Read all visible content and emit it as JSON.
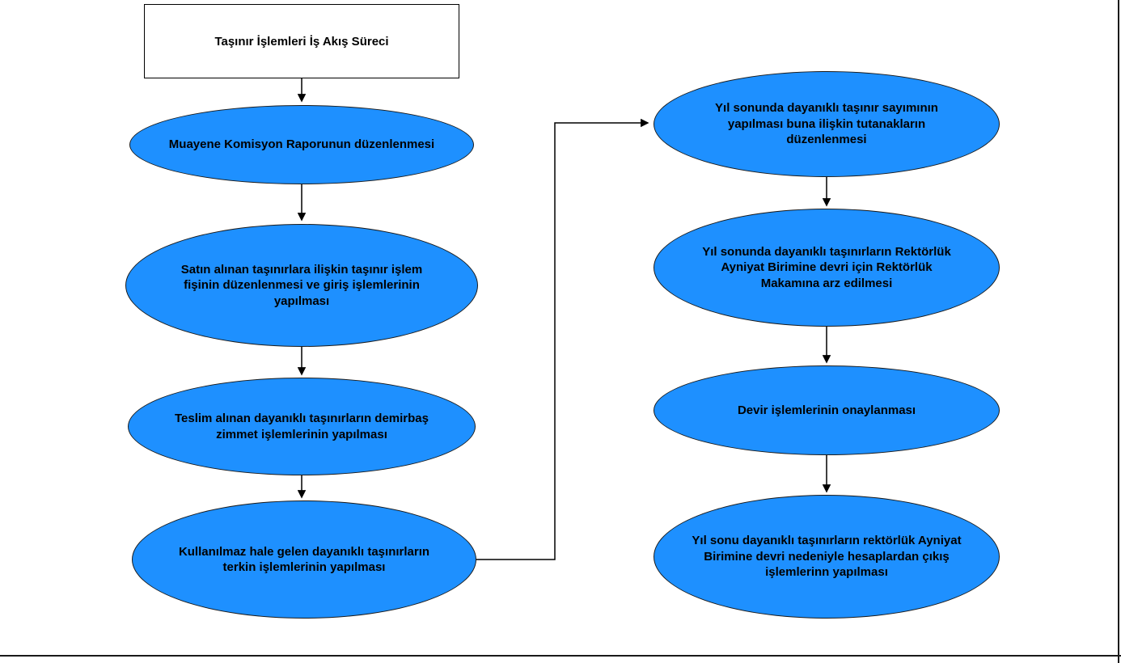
{
  "colors": {
    "node_fill": "#1e90ff",
    "node_border": "#1a1a1a",
    "arrow": "#000000",
    "background": "#ffffff"
  },
  "diagram": {
    "title": "Taşınır İşlemleri İş Akış Süreci",
    "nodes": [
      {
        "id": "muayene-komisyon-raporu",
        "label": "Muayene Komisyon Raporunun düzenlenmesi"
      },
      {
        "id": "tasinir-islem-fisi",
        "label": "Satın alınan taşınırlara ilişkin taşınır işlem fişinin düzenlenmesi ve giriş işlemlerinin yapılması"
      },
      {
        "id": "demirbas-zimmet",
        "label": "Teslim alınan dayanıklı taşınırların demirbaş zimmet işlemlerinin yapılması"
      },
      {
        "id": "terkin-islemleri",
        "label": "Kullanılmaz hale gelen dayanıklı taşınırların terkin işlemlerinin yapılması"
      },
      {
        "id": "yil-sonu-sayim",
        "label": "Yıl sonunda dayanıklı taşınır sayımının yapılması buna ilişkin tutanakların düzenlenmesi"
      },
      {
        "id": "rektorluk-arz",
        "label": "Yıl sonunda dayanıklı taşınırların Rektörlük Ayniyat Birimine devri için Rektörlük Makamına arz edilmesi"
      },
      {
        "id": "devir-onay",
        "label": "Devir işlemlerinin onaylanması"
      },
      {
        "id": "hesaplardan-cikis",
        "label": "Yıl sonu dayanıklı taşınırların rektörlük Ayniyat Birimine devri nedeniyle hesaplardan çıkış işlemlerinn yapılması"
      }
    ],
    "edges": [
      {
        "from": "title",
        "to": "muayene-komisyon-raporu"
      },
      {
        "from": "muayene-komisyon-raporu",
        "to": "tasinir-islem-fisi"
      },
      {
        "from": "tasinir-islem-fisi",
        "to": "demirbas-zimmet"
      },
      {
        "from": "demirbas-zimmet",
        "to": "terkin-islemleri"
      },
      {
        "from": "terkin-islemleri",
        "to": "yil-sonu-sayim"
      },
      {
        "from": "yil-sonu-sayim",
        "to": "rektorluk-arz"
      },
      {
        "from": "rektorluk-arz",
        "to": "devir-onay"
      },
      {
        "from": "devir-onay",
        "to": "hesaplardan-cikis"
      }
    ]
  }
}
